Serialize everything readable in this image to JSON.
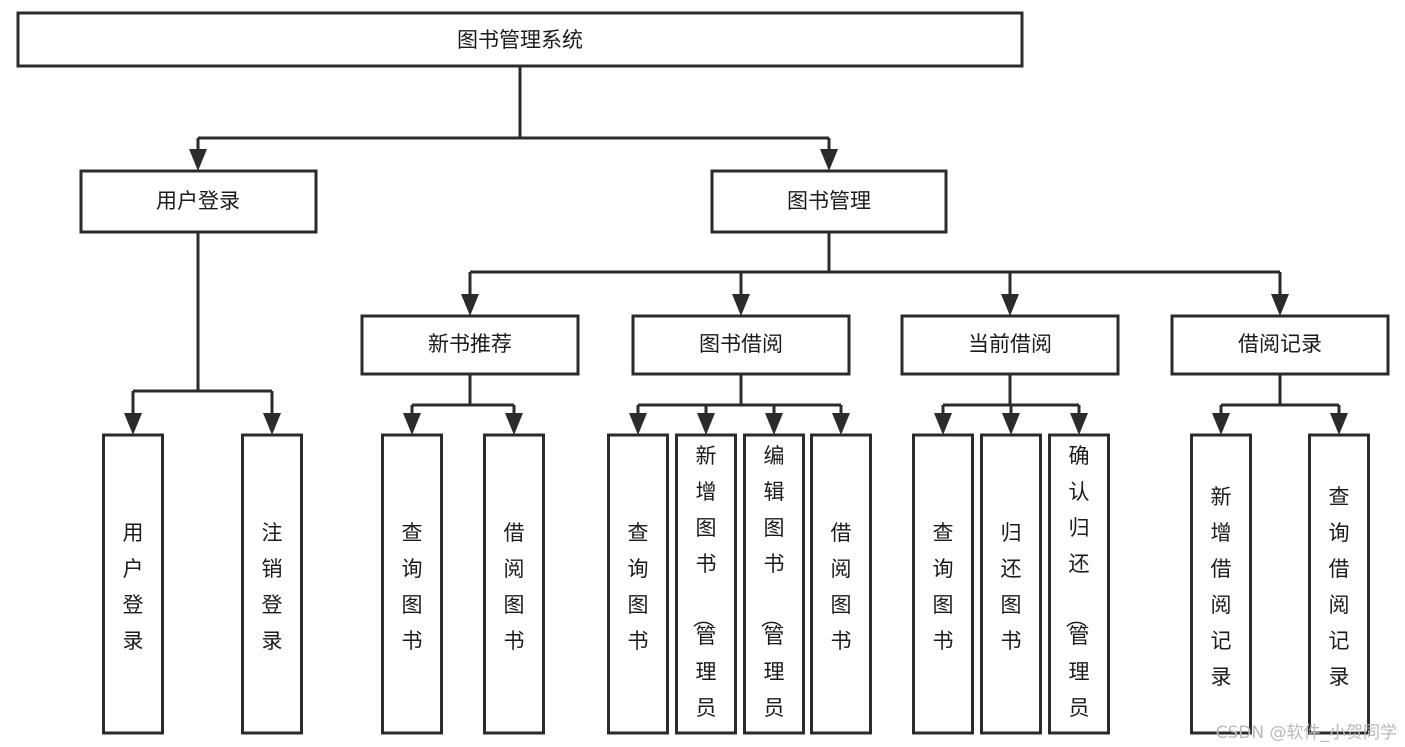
{
  "diagram": {
    "type": "tree-hierarchy-chart",
    "title": "图书管理系统",
    "watermark": "CSDN @软件_小贺同学",
    "colors": {
      "box_stroke": "#2b2b2b",
      "box_fill": "#ffffff",
      "text": "#1b1b1b",
      "edge": "#2b2b2b",
      "watermark": "#b9b9b9",
      "background": "#ffffff"
    },
    "nodes": {
      "root": {
        "label": "图书管理系统"
      },
      "level2": [
        {
          "label": "用户登录"
        },
        {
          "label": "图书管理"
        }
      ],
      "level3": [
        {
          "label": "新书推荐"
        },
        {
          "label": "图书借阅"
        },
        {
          "label": "当前借阅"
        },
        {
          "label": "借阅记录"
        }
      ],
      "leaves": {
        "user_login": [
          {
            "label": "用户登录"
          },
          {
            "label": "注销登录"
          }
        ],
        "new_book_recommend": [
          {
            "label": "查询图书"
          },
          {
            "label": "借阅图书"
          }
        ],
        "book_borrow": [
          {
            "label": "查询图书"
          },
          {
            "label": "新增图书（管理员）"
          },
          {
            "label": "编辑图书（管理员）"
          },
          {
            "label": "借阅图书"
          }
        ],
        "current_borrow": [
          {
            "label": "查询图书"
          },
          {
            "label": "归还图书"
          },
          {
            "label": "确认归还（管理员）"
          }
        ],
        "borrow_record": [
          {
            "label": "新增借阅记录"
          },
          {
            "label": "查询借阅记录"
          }
        ]
      }
    }
  }
}
